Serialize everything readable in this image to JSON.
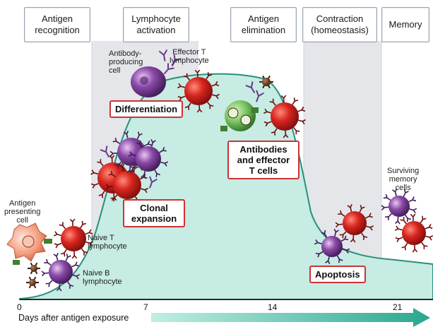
{
  "phases": [
    {
      "label": "Antigen\nrecognition"
    },
    {
      "label": "Lymphocyte\nactivation"
    },
    {
      "label": "Antigen\nelimination"
    },
    {
      "label": "Contraction\n(homeostasis)"
    },
    {
      "label": "Memory"
    }
  ],
  "stage_labels": {
    "differentiation": "Differentiation",
    "clonal_expansion": "Clonal\nexpansion",
    "antibodies_effector": "Antibodies\nand effector\nT cells",
    "apoptosis": "Apoptosis"
  },
  "cell_labels": {
    "antibody_producing": "Antibody-\nproducing\ncell",
    "effector_t": "Effector T\nlymphocyte",
    "antigen_presenting": "Antigen\npresenting\ncell",
    "naive_t": "Naive T\nlymphocyte",
    "naive_b": "Naive B\nlymphocyte",
    "surviving_memory": "Surviving\nmemory\ncells"
  },
  "axis": {
    "title": "Days after antigen exposure",
    "ticks": [
      "0",
      "7",
      "14",
      "21"
    ]
  },
  "colors": {
    "curve_fill": "#c6ece4",
    "curve_stroke": "#2a8f7c",
    "shade": "#e4e6ea",
    "arrow": "#35b8a2",
    "label_border": "#cc3333",
    "t_cell": "#c8201e",
    "b_cell": "#7b3f98",
    "apc": "#f2a488",
    "macrophage": "#7fc46a"
  }
}
